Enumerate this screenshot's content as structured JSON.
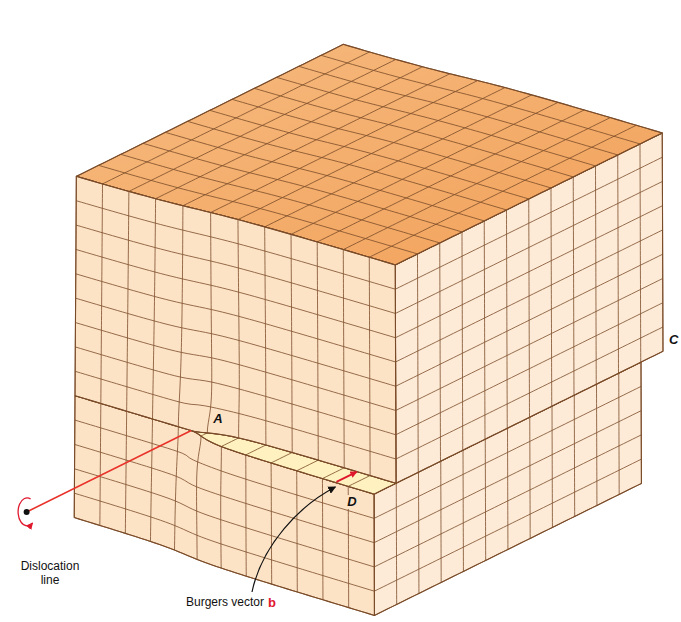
{
  "diagram": {
    "labels": [
      "A",
      "C",
      "D",
      "Dislocation line",
      "Burgers vector",
      "b"
    ]
  }
}
